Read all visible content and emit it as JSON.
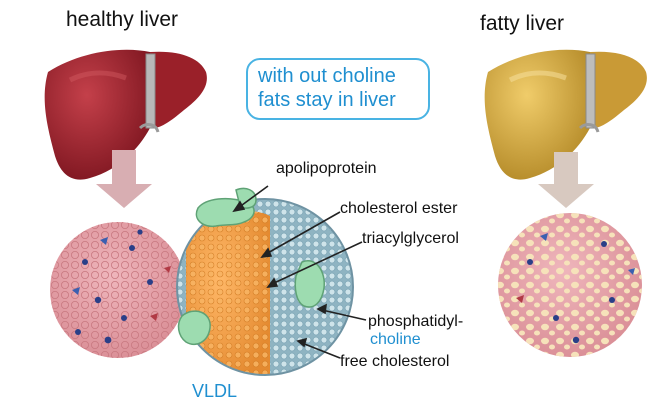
{
  "titles": {
    "healthy": "healthy liver",
    "fatty": "fatty liver"
  },
  "callout": {
    "line1": "with out choline",
    "line2": "fats stay in liver"
  },
  "labels": {
    "apolipoprotein": "apolipoprotein",
    "cholesterol_ester": "cholesterol ester",
    "triacylglycerol": "triacylglycerol",
    "phosphatidyl": "phosphatidyl-",
    "choline": "choline",
    "free_cholesterol": "free cholesterol",
    "vldl": "VLDL"
  },
  "colors": {
    "healthy_liver": "#a32530",
    "fatty_liver": "#d9b24a",
    "tissue": "#e6a3aa",
    "fat_droplet": "#f4dcae",
    "core": "#f2a14a",
    "protein": "#8fd8a4",
    "accent_blue": "#1f8fd0"
  }
}
